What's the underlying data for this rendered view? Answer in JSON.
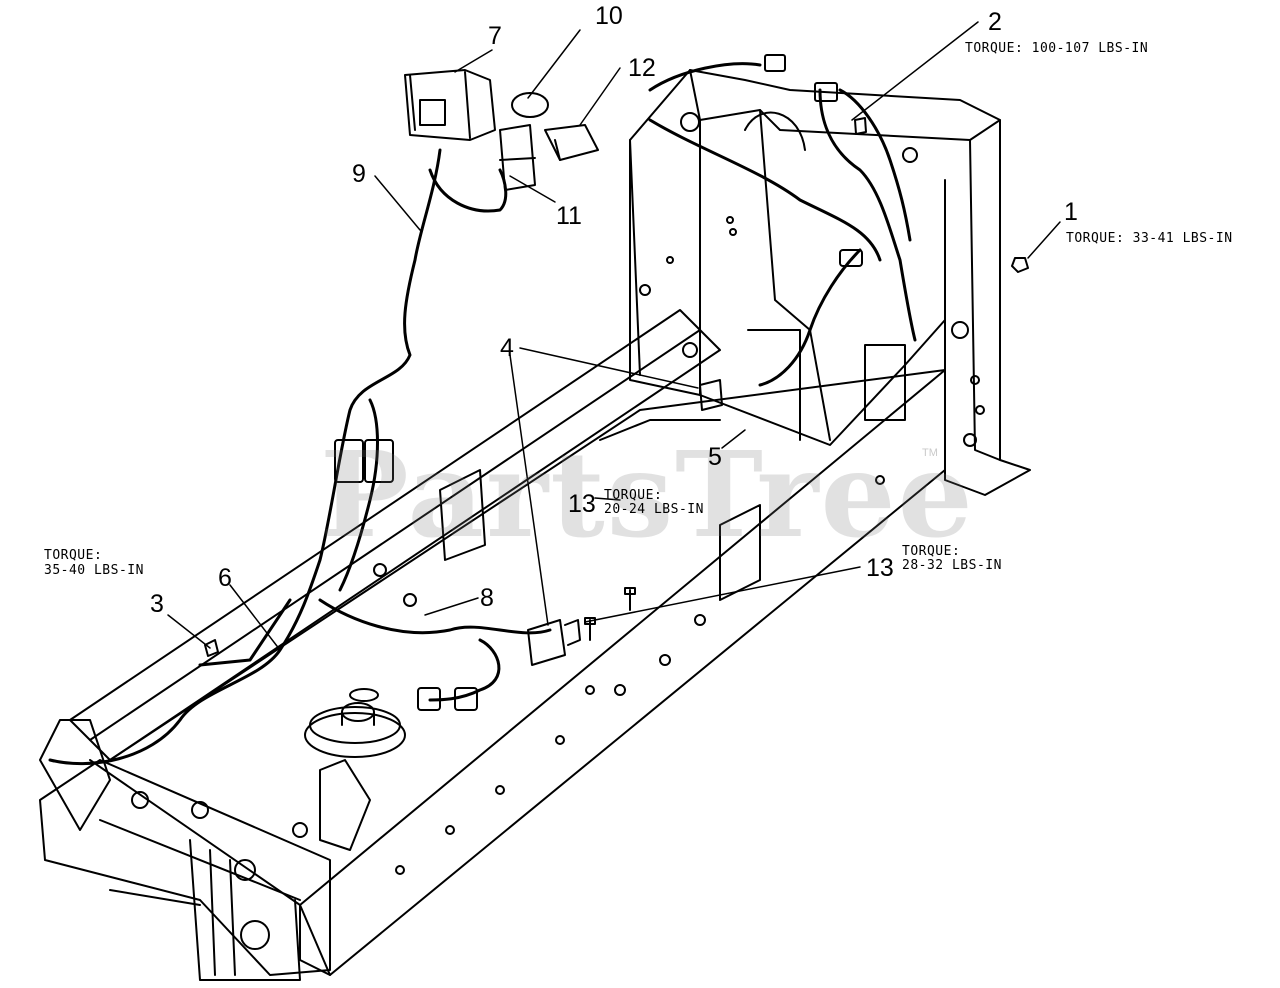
{
  "callouts": {
    "c1": "1",
    "c2": "2",
    "c3": "3",
    "c4": "4",
    "c5": "5",
    "c6": "6",
    "c7": "7",
    "c8": "8",
    "c9": "9",
    "c10": "10",
    "c11": "11",
    "c12": "12",
    "c13a": "13",
    "c13b": "13"
  },
  "torque_notes": {
    "t2": "TORQUE: 100-107 LBS-IN",
    "t1": "TORQUE: 33-41 LBS-IN",
    "t13a_head": "TORQUE:",
    "t13a_val": "20-24 LBS-IN",
    "t13b_head": "TORQUE:",
    "t13b_val": "28-32 LBS-IN",
    "t3_head": "TORQUE:",
    "t3_val": "35-40 LBS-IN"
  },
  "watermark": {
    "text": "PartsTree",
    "mark": "TM"
  },
  "colors": {
    "line": "#000000",
    "background": "#ffffff",
    "watermark": "#8c8c8c"
  }
}
